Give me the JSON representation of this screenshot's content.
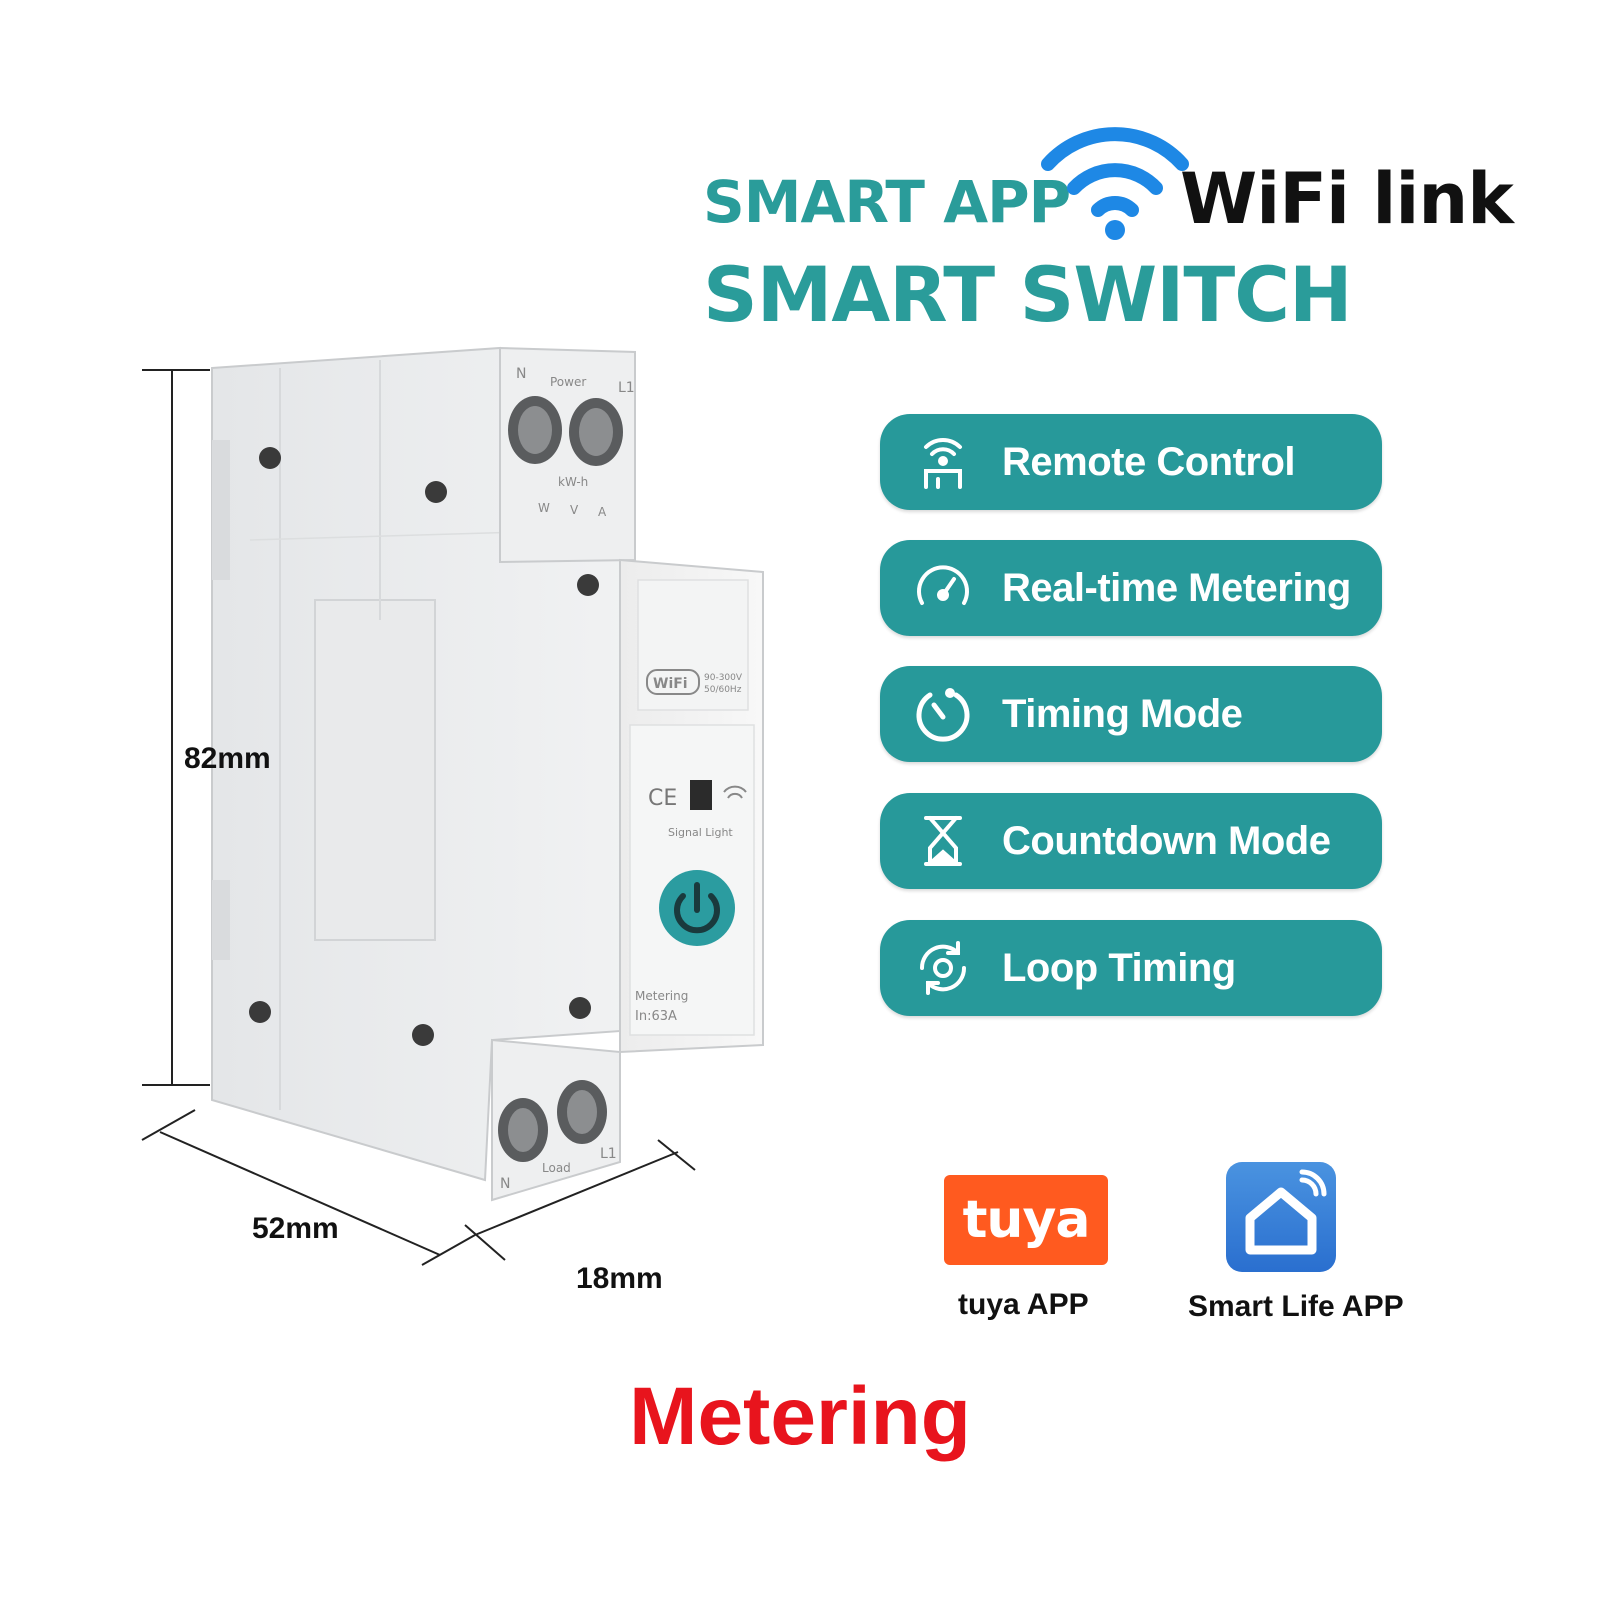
{
  "header": {
    "smart_app": "SMART APP",
    "wifi_link": "WiFi link",
    "smart_switch": "SMART SWITCH",
    "wifi_icon": "wifi-icon",
    "accent_color": "#2a9c9a"
  },
  "features": [
    {
      "label": "Remote Control",
      "icon": "remote-control-icon"
    },
    {
      "label": "Real-time Metering",
      "icon": "gauge-icon"
    },
    {
      "label": "Timing Mode",
      "icon": "timer-icon"
    },
    {
      "label": "Countdown Mode",
      "icon": "hourglass-icon"
    },
    {
      "label": "Loop Timing",
      "icon": "loop-icon"
    }
  ],
  "device": {
    "top_terminal": {
      "n": "N",
      "label": "Power",
      "l": "L1"
    },
    "meter": {
      "unit": "kW-h",
      "w": "W",
      "v": "V",
      "a": "A"
    },
    "badge_wifi": "WiFi",
    "badge_spec_1": "90-300V",
    "badge_spec_2": "50/60Hz",
    "ce": "CE",
    "signal_label": "Signal Light",
    "metering": "Metering",
    "rating": "In:63A",
    "bottom_terminal": {
      "n": "N",
      "label": "Load",
      "l": "L1"
    }
  },
  "dimensions": {
    "height": "82mm",
    "depth": "52mm",
    "width": "18mm"
  },
  "apps": {
    "tuya_logo": "tuya",
    "tuya_label": "tuya APP",
    "smartlife_label": "Smart Life APP",
    "tuya_color": "#ff5a1f",
    "smartlife_color": "#2a6fcf"
  },
  "footer": "Metering",
  "footer_color": "#e8141d"
}
